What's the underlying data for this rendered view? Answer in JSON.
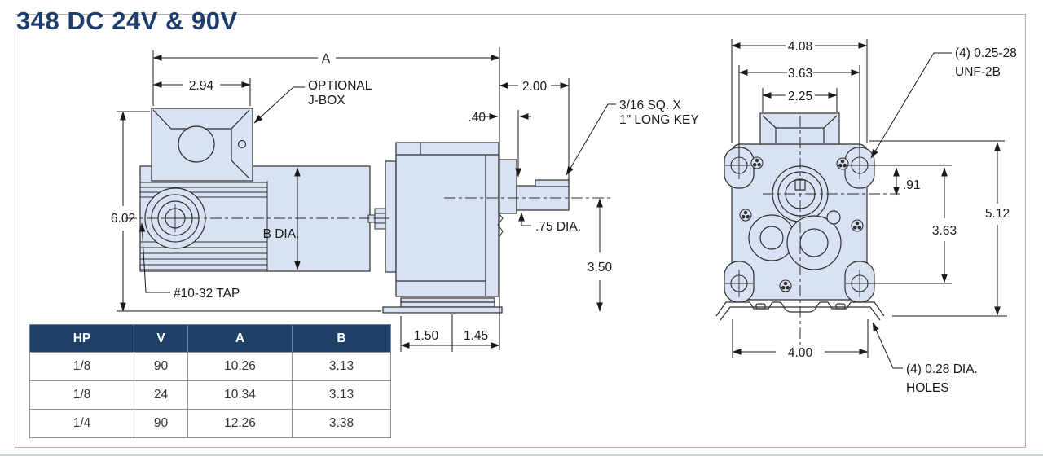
{
  "title": "348 DC 24V & 90V",
  "side_view": {
    "dim_a": "A",
    "dim_jbox_width": "2.94",
    "jbox_note_line1": "OPTIONAL",
    "jbox_note_line2": "J-BOX",
    "dim_shaft_length": "2.00",
    "dim_hub_length": ".40",
    "key_note_line1": "3/16 SQ. X",
    "key_note_line2": "1\" LONG KEY",
    "dim_overall_height": "6.02",
    "dim_body_dia": "B DIA.",
    "dim_shaft_dia": ".75 DIA.",
    "dim_shaft_center_height": "3.50",
    "tap_note": "#10-32 TAP",
    "dim_base_front": "1.50",
    "dim_base_rear": "1.45"
  },
  "front_view": {
    "dim_overall_width": "4.08",
    "dim_bolt_spacing_h": "3.63",
    "dim_cap_width": "2.25",
    "unf_note_line1": "(4) 0.25-28",
    "unf_note_line2": "UNF-2B",
    "dim_shaft_offset": ".91",
    "dim_bolt_spacing_v": "3.63",
    "dim_overall_height": "5.12",
    "dim_base_hole_spacing": "4.00",
    "holes_note_line1": "(4) 0.28 DIA.",
    "holes_note_line2": "HOLES"
  },
  "table": {
    "headers": [
      "HP",
      "V",
      "A",
      "B"
    ],
    "rows": [
      [
        "1/8",
        "90",
        "10.26",
        "3.13"
      ],
      [
        "1/8",
        "24",
        "10.34",
        "3.13"
      ],
      [
        "1/4",
        "90",
        "12.26",
        "3.38"
      ]
    ]
  },
  "colors": {
    "accent_navy": "#1e4066",
    "title_navy": "#1d3e6c",
    "drawing_fill": "#d9e2f3",
    "line_color": "#2e2e2e"
  }
}
